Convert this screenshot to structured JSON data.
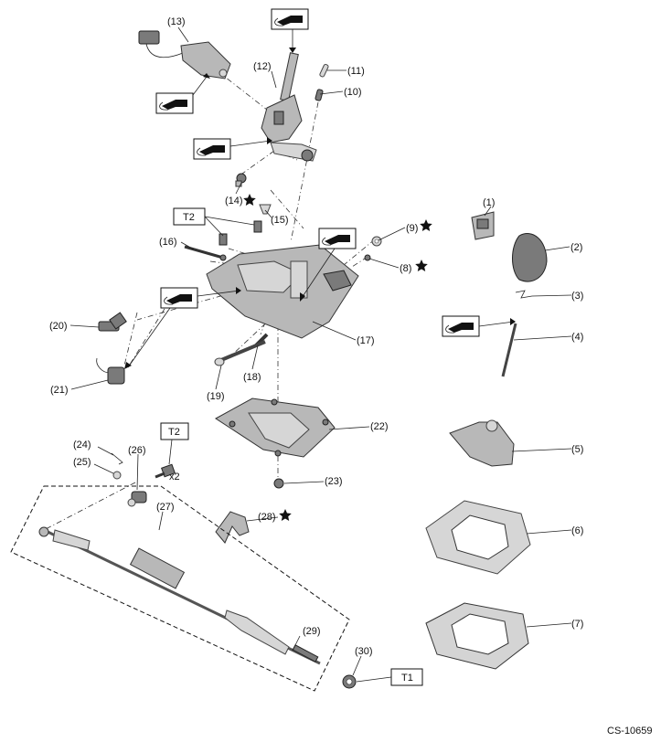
{
  "figure_code": "CS-10659",
  "callouts": [
    "(1)",
    "(2)",
    "(3)",
    "(4)",
    "(5)",
    "(6)",
    "(7)",
    "(8)",
    "(9)",
    "(10)",
    "(11)",
    "(12)",
    "(13)",
    "(14)",
    "(15)",
    "(16)",
    "(17)",
    "(18)",
    "(19)",
    "(20)",
    "(21)",
    "(22)",
    "(23)",
    "(24)",
    "(25)",
    "(26)",
    "(27)",
    "(28)",
    "(29)",
    "(30)"
  ],
  "torque_labels": {
    "t1": "T1",
    "t2": "T2"
  },
  "quantity_label": "x2",
  "icons": {
    "grease": "grease-gun-icon",
    "star": "star-icon"
  }
}
